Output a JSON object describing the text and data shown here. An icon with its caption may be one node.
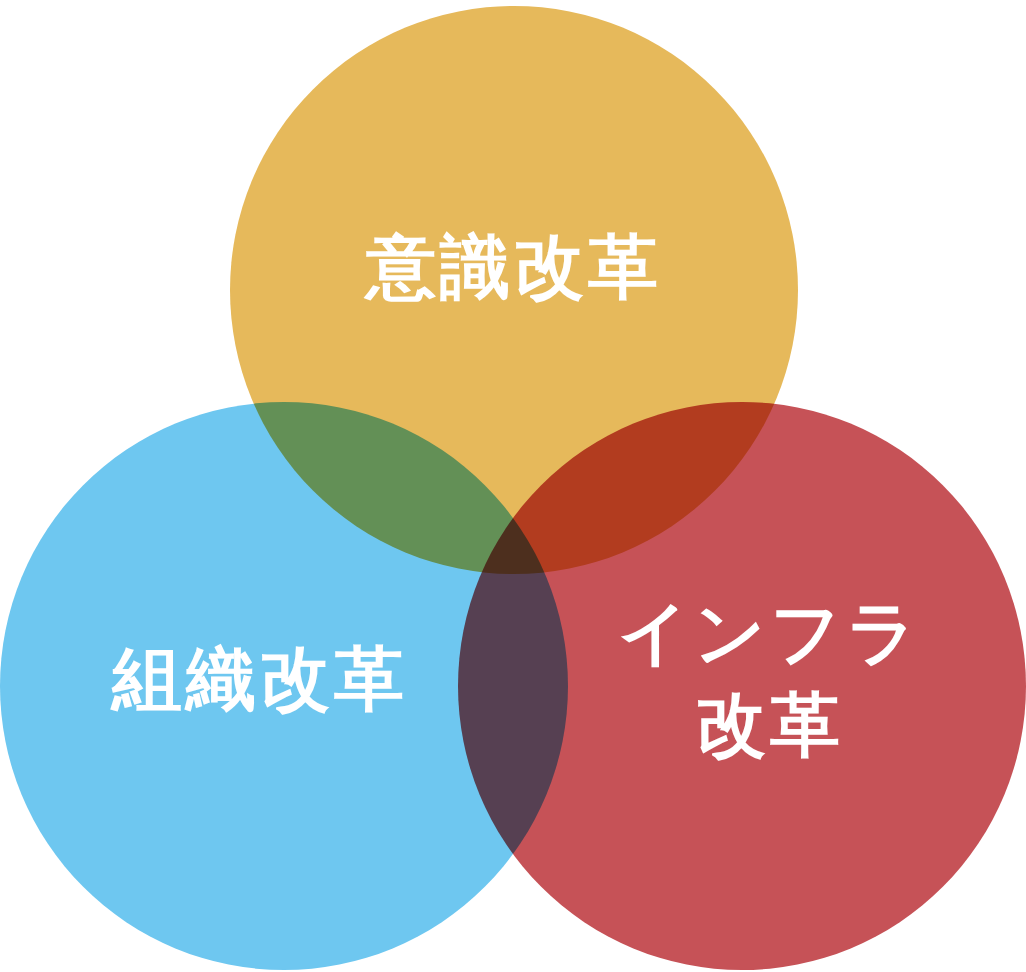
{
  "diagram": {
    "nodes": [
      {
        "text": [
          "意識改革"
        ]
      },
      {
        "text": [
          "組織改革"
        ]
      },
      {
        "text": [
          "インフラ改革"
        ]
      }
    ]
  }
}
